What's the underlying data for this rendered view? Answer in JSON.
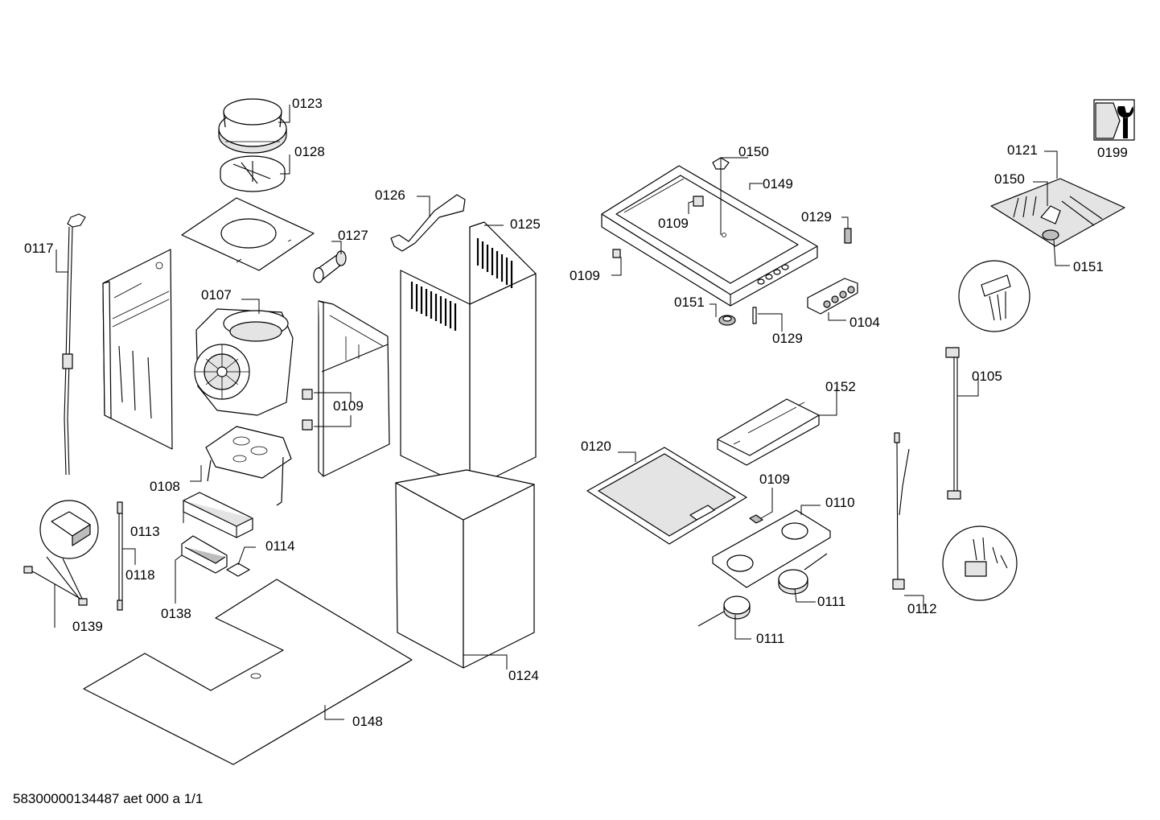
{
  "diagram": {
    "labels": {
      "p0123": "0123",
      "p0128": "0128",
      "p0117": "0117",
      "p0107": "0107",
      "p0127": "0127",
      "p0126": "0126",
      "p0125": "0125",
      "p0109_center": "0109",
      "p0108": "0108",
      "p0113": "0113",
      "p0118": "0118",
      "p0114": "0114",
      "p0138": "0138",
      "p0139": "0139",
      "p0124": "0124",
      "p0148": "0148",
      "p0150_top": "0150",
      "p0149": "0149",
      "p0109_hood": "0109",
      "p0129_top": "0129",
      "p0109_left": "0109",
      "p0151_mid": "0151",
      "p0129_mid": "0129",
      "p0104": "0104",
      "p0152": "0152",
      "p0120": "0120",
      "p0109_low": "0109",
      "p0110": "0110",
      "p0111_a": "0111",
      "p0111_b": "0111",
      "p0121": "0121",
      "p0150_right": "0150",
      "p0151_right": "0151",
      "p0199": "0199",
      "p0105": "0105",
      "p0112": "0112"
    },
    "footer": "58300000134487 aet 000 a 1/1"
  }
}
